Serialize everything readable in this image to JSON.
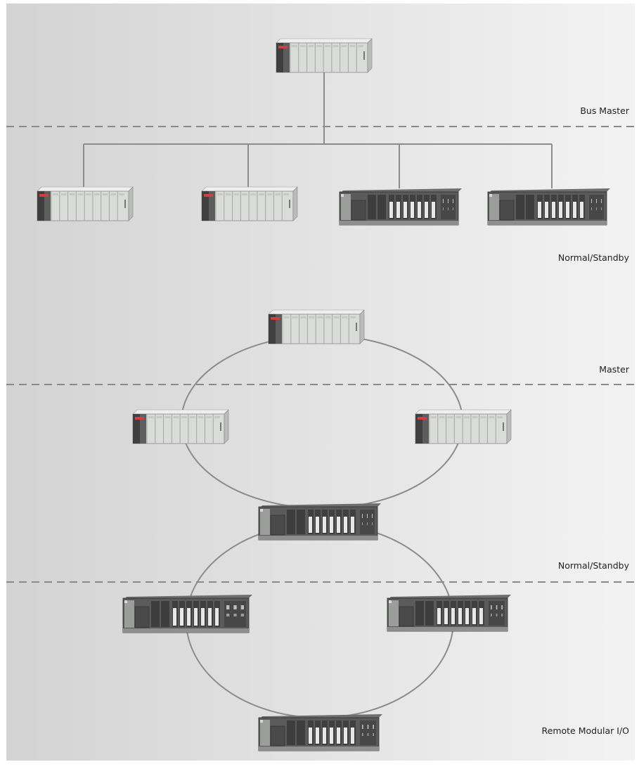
{
  "title": "",
  "zone_labels": {
    "bus_master": "Bus Master",
    "normal_standby_top": "Normal/Standby",
    "master": "Master",
    "normal_standby_bottom": "Normal/Standby",
    "remote_io": "Remote Modular I/O"
  },
  "colors": {
    "background_left": "#d3d3d3",
    "background_right": "#f3f3f3",
    "border": "#ffffff",
    "connector": "#8c8c8c",
    "dashed_divider": "#8a8a8a",
    "module_light": "#d9dcd9",
    "module_dark": "#3f3f3f",
    "module_rack": "#5a5a5a",
    "label_text": "#222222"
  },
  "nodes": [
    {
      "id": "bus-master-plc",
      "kind": "plc-rack",
      "zone": "bus_master"
    },
    {
      "id": "bus-slave-plc-1",
      "kind": "plc-rack",
      "zone": "normal_standby_top"
    },
    {
      "id": "bus-slave-plc-2",
      "kind": "plc-rack",
      "zone": "normal_standby_top"
    },
    {
      "id": "bus-slave-io-1",
      "kind": "io-rack",
      "zone": "normal_standby_top"
    },
    {
      "id": "bus-slave-io-2",
      "kind": "io-rack",
      "zone": "normal_standby_top"
    },
    {
      "id": "ring-master-plc",
      "kind": "plc-rack",
      "zone": "master"
    },
    {
      "id": "ring-plc-left",
      "kind": "plc-rack",
      "zone": "normal_standby_bottom"
    },
    {
      "id": "ring-plc-right",
      "kind": "plc-rack",
      "zone": "normal_standby_bottom"
    },
    {
      "id": "ring-junction-io",
      "kind": "io-rack",
      "zone": "normal_standby_bottom"
    },
    {
      "id": "remote-io-left",
      "kind": "io-rack",
      "zone": "remote_io"
    },
    {
      "id": "remote-io-right",
      "kind": "io-rack",
      "zone": "remote_io"
    },
    {
      "id": "remote-io-bottom",
      "kind": "io-rack",
      "zone": "remote_io"
    }
  ],
  "connections": [
    {
      "from": "bus-master-plc",
      "to": [
        "bus-slave-plc-1",
        "bus-slave-plc-2",
        "bus-slave-io-1",
        "bus-slave-io-2"
      ],
      "type": "bus"
    },
    {
      "ring": [
        "ring-master-plc",
        "ring-plc-right",
        "ring-junction-io",
        "ring-plc-left"
      ],
      "type": "ring"
    },
    {
      "ring": [
        "ring-junction-io",
        "remote-io-right",
        "remote-io-bottom",
        "remote-io-left"
      ],
      "type": "ring"
    }
  ]
}
